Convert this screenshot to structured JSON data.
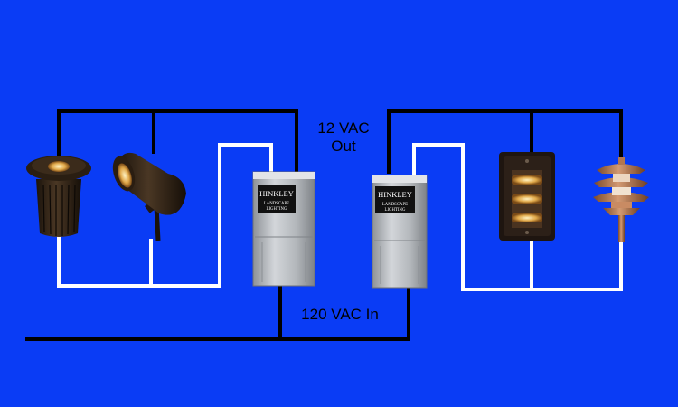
{
  "labels": {
    "out_line1": "12 VAC",
    "out_line2": "Out",
    "in": "120 VAC In"
  },
  "transformer_logo": {
    "brand": "HINKLEY",
    "line2": "LANDSCAPE",
    "line3": "LIGHTING"
  },
  "colors": {
    "background": "#0a3cf5",
    "wire_hot": "#000000",
    "wire_neutral": "#ffffff",
    "fixture_bronze": "#3a2a1a",
    "transformer_steel": "#b9bcc0"
  },
  "fixtures": [
    "well-light",
    "spot-light",
    "step-light",
    "tier-path-light"
  ]
}
